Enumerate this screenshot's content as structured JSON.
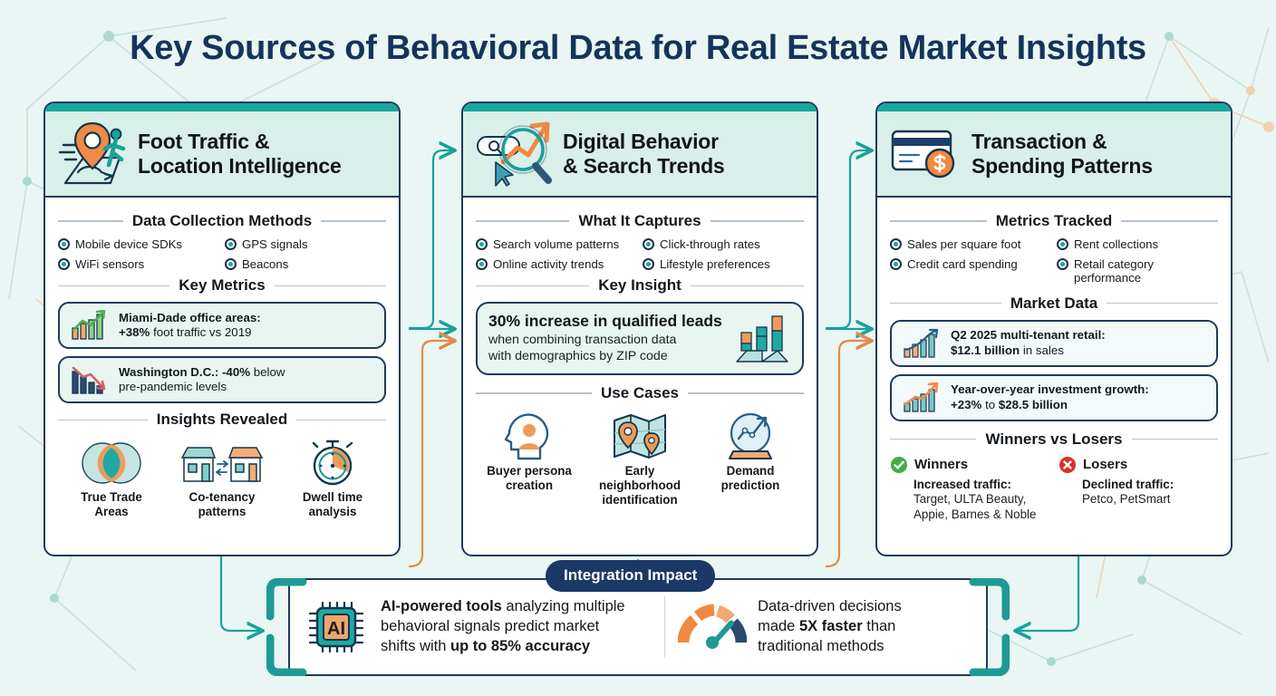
{
  "title": "Key Sources of Behavioral Data for Real Estate Market Insights",
  "colors": {
    "background": "#eaf6f3",
    "card_border": "#1d3a5c",
    "card_topbar": "#17a79e",
    "card_header_bg": "#d9efe9",
    "title_navy": "#14345c",
    "accent_teal": "#16a7a0",
    "accent_orange": "#ef8f4e",
    "winner_green": "#3fae49",
    "loser_red": "#d9302c",
    "badge_navy": "#1b3866"
  },
  "columns": [
    {
      "id": "foot-traffic",
      "icon": "location-pin-walking-icon",
      "heading_line1": "Foot Traffic &",
      "heading_line2": "Location Intelligence",
      "section1_title": "Data Collection Methods",
      "bullets": [
        "Mobile device SDKs",
        "GPS signals",
        "WiFi sensors",
        "Beacons"
      ],
      "section2_title": "Key Metrics",
      "metrics": [
        {
          "icon": "bar-chart-up-green-icon",
          "bold": "Miami-Dade office areas:",
          "bold2": "+38%",
          "rest": " foot traffic vs 2019"
        },
        {
          "icon": "bar-chart-down-red-icon",
          "bold": "Washington D.C.: ",
          "bold2": "-40%",
          "rest": " below",
          "line2": "pre-pandemic levels"
        }
      ],
      "section3_title": "Insights Revealed",
      "insights": [
        {
          "icon": "venn-circles-icon",
          "label_line1": "True Trade",
          "label_line2": "Areas"
        },
        {
          "icon": "two-storefronts-icon",
          "label_line1": "Co-tenancy",
          "label_line2": "patterns"
        },
        {
          "icon": "stopwatch-icon",
          "label_line1": "Dwell time",
          "label_line2": "analysis"
        }
      ]
    },
    {
      "id": "digital-behavior",
      "icon": "magnifier-trend-cursor-icon",
      "heading_line1": "Digital Behavior",
      "heading_line2": "& Search Trends",
      "section1_title": "What It Captures",
      "bullets": [
        "Search volume patterns",
        "Click-through rates",
        "Online activity trends",
        "Lifestyle preferences"
      ],
      "section2_title": "Key Insight",
      "insight": {
        "icon": "bar-chart-demographics-icon",
        "headline": "30% increase in qualified leads",
        "sub_line1": "when combining transaction data",
        "sub_line2": "with demographics by ZIP code"
      },
      "section3_title": "Use Cases",
      "use_cases": [
        {
          "icon": "head-persona-icon",
          "label_line1": "Buyer persona",
          "label_line2": "creation"
        },
        {
          "icon": "map-pins-icon",
          "label_line1": "Early neighborhood",
          "label_line2": "identification"
        },
        {
          "icon": "crystal-ball-trend-icon",
          "label_line1": "Demand",
          "label_line2": "prediction"
        }
      ]
    },
    {
      "id": "transaction-spending",
      "icon": "credit-card-dollar-icon",
      "heading_line1": "Transaction &",
      "heading_line2": "Spending Patterns",
      "section1_title": "Metrics Tracked",
      "bullets": [
        "Sales per square foot",
        "Rent collections",
        "Credit card spending",
        "Retail category performance"
      ],
      "section2_title": "Market Data",
      "metrics": [
        {
          "icon": "bar-chart-up-teal-icon",
          "bold": "Q2 2025 multi-tenant retail:",
          "bold2": "$12.1 billion",
          "rest": " in sales"
        },
        {
          "icon": "bar-chart-up-orange-icon",
          "bold": "Year-over-year investment growth:",
          "bold2": "+23%",
          "mid": " to ",
          "bold3": "$28.5 billion"
        }
      ],
      "section3_title": "Winners vs Losers",
      "winners": {
        "icon": "check-circle-icon",
        "title": "Winners",
        "sub": "Increased traffic:",
        "names_line1": "Target, ULTA Beauty,",
        "names_line2": "Appie, Barnes & Noble"
      },
      "losers": {
        "icon": "x-circle-icon",
        "title": "Losers",
        "sub": "Declined traffic:",
        "names_line1": "Petco, PetSmart",
        "names_line2": ""
      }
    }
  ],
  "bottom": {
    "badge": "Integration Impact",
    "left": {
      "icon": "ai-chip-icon",
      "b1": "AI-powered tools",
      "t1": " analyzing multiple",
      "t2": "behavioral signals predict market",
      "t3": "shifts with ",
      "b2": "up to 85% accuracy"
    },
    "right": {
      "icon": "speedometer-gauge-icon",
      "t1": "Data-driven decisions",
      "t2a": "made ",
      "b1": "5X faster",
      "t2b": " than",
      "t3": "traditional methods"
    }
  }
}
